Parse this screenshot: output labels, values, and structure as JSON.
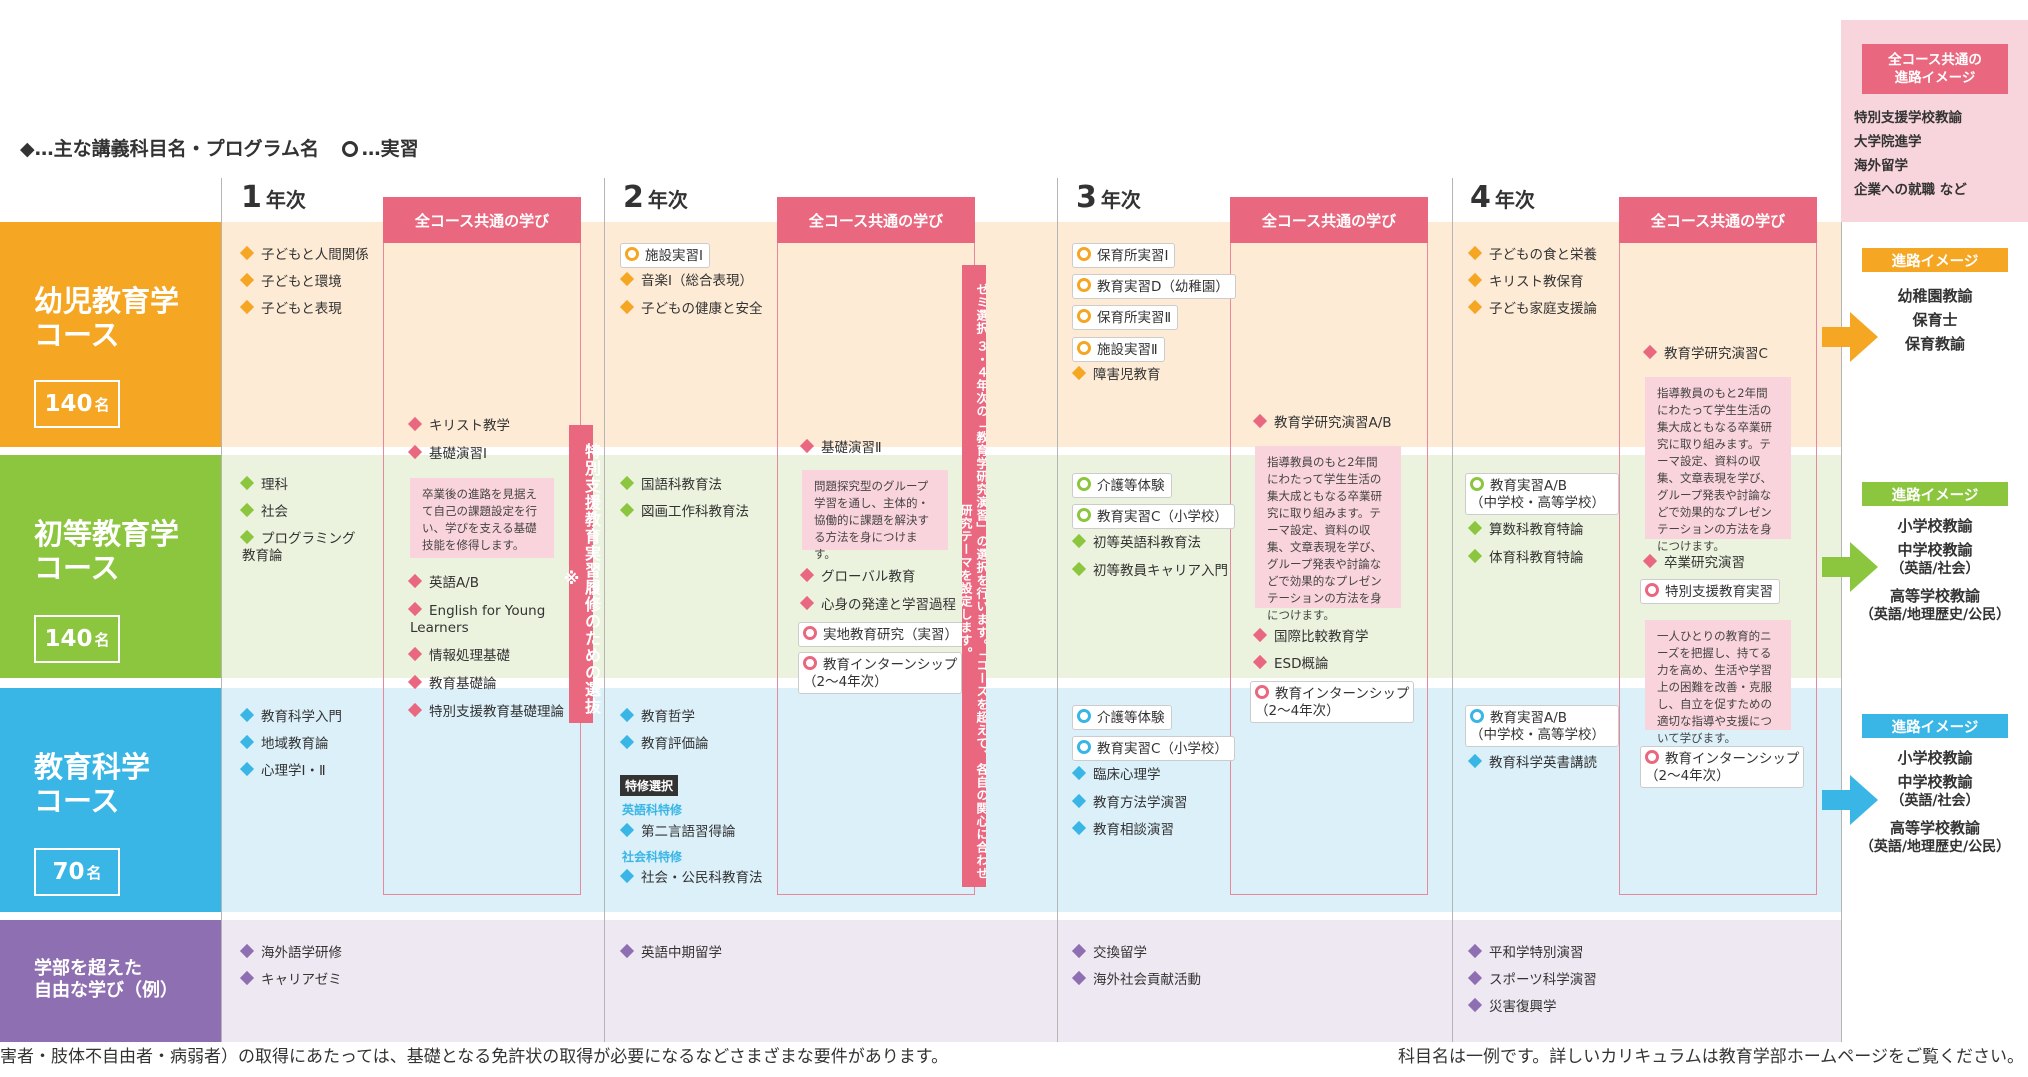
{
  "legend": {
    "diamond": "◆…主な講義科目名・プログラム名",
    "ring": "…実習"
  },
  "common_label": "全コース共通の学び",
  "years": [
    {
      "num": "1",
      "unit": "年次"
    },
    {
      "num": "2",
      "unit": "年次"
    },
    {
      "num": "3",
      "unit": "年次"
    },
    {
      "num": "4",
      "unit": "年次"
    }
  ],
  "courses": [
    {
      "name1": "幼児教育学",
      "name2": "コース",
      "cap_num": "140",
      "cap_unit": "名"
    },
    {
      "name1": "初等教育学",
      "name2": "コース",
      "cap_num": "140",
      "cap_unit": "名"
    },
    {
      "name1": "教育科学",
      "name2": "コース",
      "cap_num": "70",
      "cap_unit": "名"
    },
    {
      "name1": "学部を超えた",
      "name2": "自由な学び（例）"
    }
  ],
  "colors": {
    "orange": "#f5a623",
    "green": "#8cc63f",
    "blue": "#39b6e6",
    "purple": "#8e6fb1",
    "pink": "#e9687f"
  },
  "y1": {
    "e": [
      "子どもと人間関係",
      "子どもと環境",
      "子どもと表現"
    ],
    "p": [
      "理科",
      "社会",
      "プログラミング\n教育論"
    ],
    "s": [
      "教育科学入門",
      "地域教育論",
      "心理学Ⅰ・Ⅱ"
    ],
    "f": [
      "海外語学研修",
      "キャリアゼミ"
    ],
    "common1": [
      "キリスト教学",
      "基礎演習Ⅰ"
    ],
    "note1": "卒業後の進路を見据えて自己の課題設定を行い、学びを支える基礎技能を修得します。",
    "common2": [
      "英語A/B",
      "English for Young\nLearners",
      "情報処理基礎",
      "教育基礎論",
      "特別支援教育基礎理論"
    ],
    "vtab": "特別支援教育実習履修のための選抜※"
  },
  "y2": {
    "e": [
      "施設実習Ⅰ",
      "音楽Ⅰ（総合表現）",
      "子どもの健康と安全"
    ],
    "p": [
      "国語科教育法",
      "図画工作科教育法"
    ],
    "s": [
      "教育哲学",
      "教育評価論"
    ],
    "s_tag": "特修選択",
    "s_sub1": "英語科特修",
    "s_item1": "第二言語習得論",
    "s_sub2": "社会科特修",
    "s_item2": "社会・公民科教育法",
    "f": [
      "英語中期留学"
    ],
    "common1": "基礎演習Ⅱ",
    "note": "問題探究型のグループ学習を通し、主体的・協働的に課題を解決する方法を身につけます。",
    "common2": [
      "グローバル教育",
      "心身の発達と学習過程"
    ],
    "common_o": [
      "実地教育研究（実習）",
      "教育インターンシップ\n（2〜4年次）"
    ],
    "vtab": "ゼミ選択 ３・４年次の「教育学研究演習」の選択を行います。「コースを超えて、各自の関心に合わせ研究テーマを設定します。"
  },
  "y3": {
    "e_o": [
      "保育所実習Ⅰ",
      "教育実習D（幼稚園）",
      "保育所実習Ⅱ",
      "施設実習Ⅱ"
    ],
    "e": [
      "障害児教育"
    ],
    "p_o": [
      "介護等体験",
      "教育実習C（小学校）"
    ],
    "p": [
      "初等英語科教育法",
      "初等教員キャリア入門"
    ],
    "s_o": [
      "介護等体験",
      "教育実習C（小学校）"
    ],
    "s": [
      "臨床心理学",
      "教育方法学演習",
      "教育相談演習"
    ],
    "f": [
      "交換留学",
      "海外社会貢献活動"
    ],
    "common1": "教育学研究演習A/B",
    "note": "指導教員のもと2年間にわたって学生生活の集大成ともなる卒業研究に取り組みます。テーマ設定、資料の収集、文章表現を学び、グループ発表や討論などで効果的なプレゼンテーションの方法を身につけます。",
    "common2": [
      "国際比較教育学",
      "ESD概論"
    ],
    "common_o": "教育インターンシップ\n（2〜4年次）"
  },
  "y4": {
    "e": [
      "子どもの食と栄養",
      "キリスト教保育",
      "子ども家庭支援論"
    ],
    "p_o": "教育実習A/B\n（中学校・高等学校）",
    "p": [
      "算数科教育特論",
      "体育科教育特論"
    ],
    "s_o": "教育実習A/B\n（中学校・高等学校）",
    "s": [
      "教育科学英書講読"
    ],
    "f": [
      "平和学特別演習",
      "スポーツ科学演習",
      "災害復興学"
    ],
    "common1": "教育学研究演習C",
    "note1": "指導教員のもと2年間にわたって学生生活の集大成ともなる卒業研究に取り組みます。テーマ設定、資料の収集、文章表現を学び、グループ発表や討論などで効果的なプレゼンテーションの方法を身につけます。",
    "common2": "卒業研究演習",
    "common_o1": "特別支援教育実習",
    "note2": "一人ひとりの教育的ニーズを把握し、持てる力を高め、生活や学習上の困難を改善・克服し、自立を促すための適切な指導や支援について学びます。",
    "common_o2": "教育インターンシップ\n（2〜4年次）"
  },
  "career_all": {
    "title": "全コース共通の\n進路イメージ",
    "items": [
      "特別支援学校教諭",
      "大学院進学",
      "海外留学",
      "企業への就職 など"
    ]
  },
  "career_label": "進路イメージ",
  "careers": {
    "e": [
      "幼稚園教諭",
      "保育士",
      "保育教諭"
    ],
    "p": [
      "小学校教諭",
      "中学校教諭",
      "（英語/社会）",
      "高等学校教諭",
      "（英語/地理歴史/公民）"
    ],
    "s": [
      "小学校教諭",
      "中学校教諭",
      "（英語/社会）",
      "高等学校教諭",
      "（英語/地理歴史/公民）"
    ]
  },
  "footnote_left": "害者・肢体不自由者・病弱者）の取得にあたっては、基礎となる免許状の取得が必要になるなどさまざまな要件があります。",
  "footnote_right": "科目名は一例です。詳しいカリキュラムは教育学部ホームページをご覧ください。"
}
